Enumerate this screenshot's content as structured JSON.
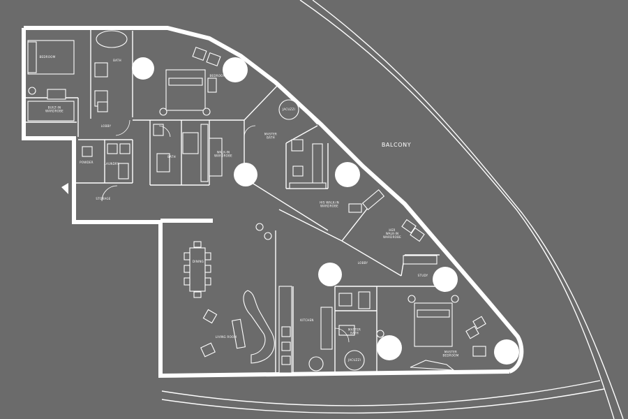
{
  "labels": {
    "balcony": "BALCONY",
    "bedroom": "BEDROOM",
    "built_in_wardrobe_1": "BUILT-IN\nWARDROBE",
    "bath": "BATH",
    "bedroom_2": "BEDROOM",
    "lobby_1": "LOBBY",
    "powder": "POWDER",
    "laundry": "LAUNDRY",
    "storage": "STORAGE",
    "bath_2": "BATH",
    "walk_in_wardrobe_1": "WALK-IN\nWARDROBE",
    "master_bath": "MASTER\nBATH",
    "jacuzzi": "JACUZZI",
    "his_walk_in_wardrobe": "HIS WALK-IN\nWARDROBE",
    "her_walk_in_wardrobe": "HER\nWALK-IN\nWARDROBE",
    "dining": "DINING",
    "living_room": "LIVING ROOM",
    "kitchen": "KITCHEN",
    "lobby_2": "LOBBY",
    "study": "STUDY",
    "master_bath_2": "MASTER\nBATH",
    "master_bedroom": "MASTER\nBEDROOM",
    "jacuzzi_2": "JACUZZI"
  },
  "colors": {
    "background": "#6b6b6b",
    "lines": "#ffffff"
  }
}
